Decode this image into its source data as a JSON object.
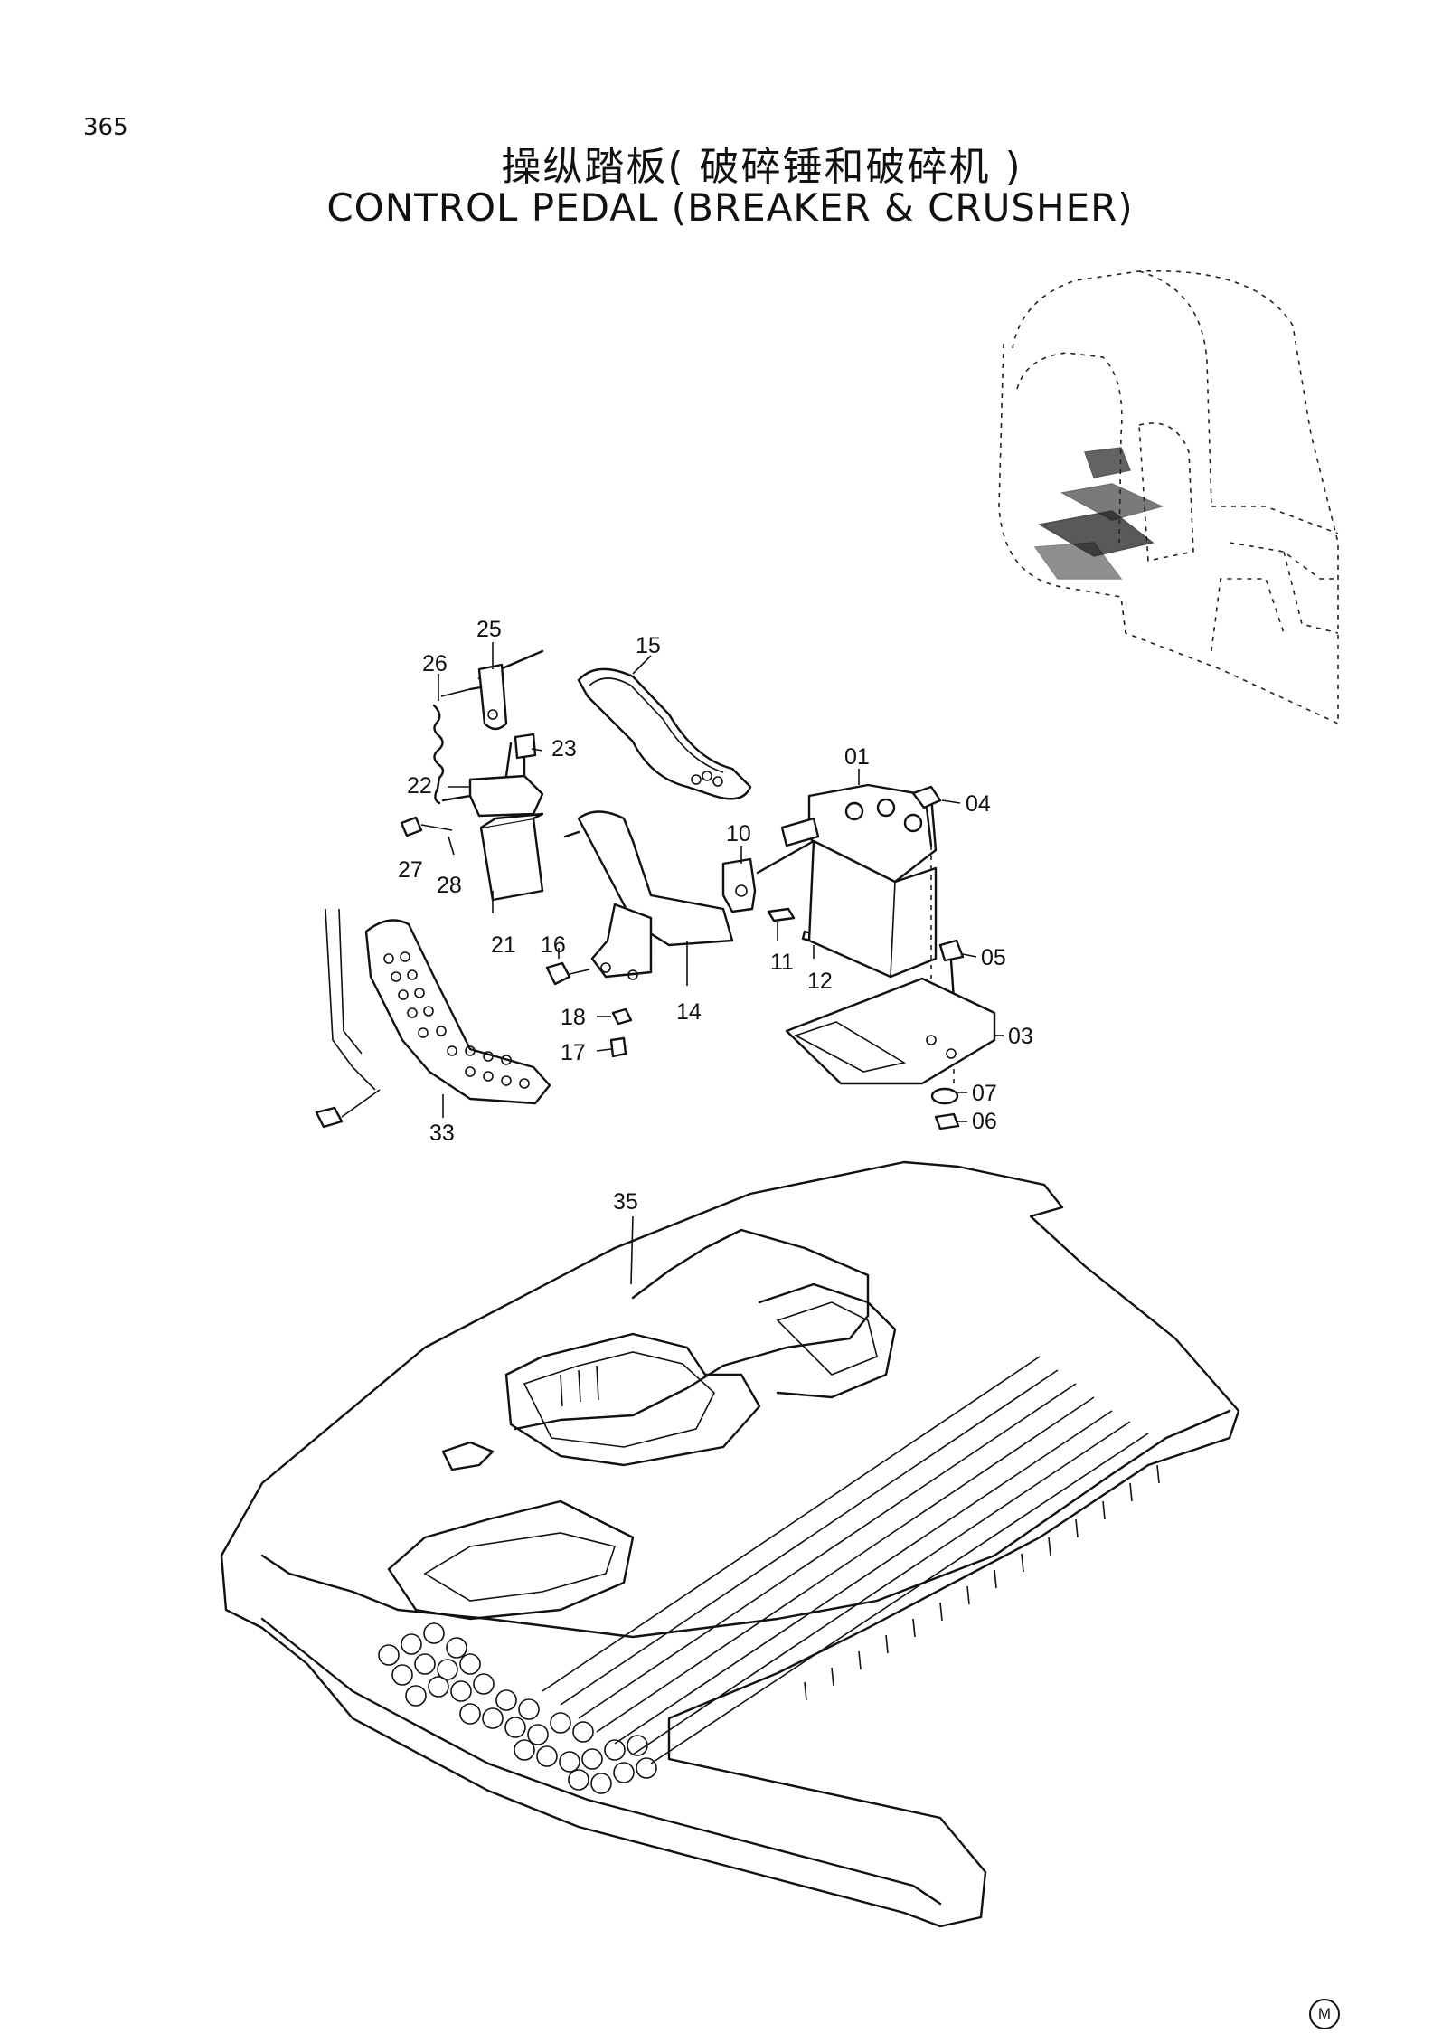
{
  "page_number": "365",
  "title_cn": "操纵踏板( 破碎锤和破碎机 )",
  "title_en": "CONTROL  PEDAL  (BREAKER & CRUSHER)",
  "part_labels": [
    "01",
    "03",
    "04",
    "05",
    "06",
    "07",
    "10",
    "11",
    "12",
    "14",
    "15",
    "16",
    "17",
    "18",
    "21",
    "22",
    "23",
    "25",
    "26",
    "27",
    "28",
    "33",
    "35"
  ],
  "mark": "M"
}
